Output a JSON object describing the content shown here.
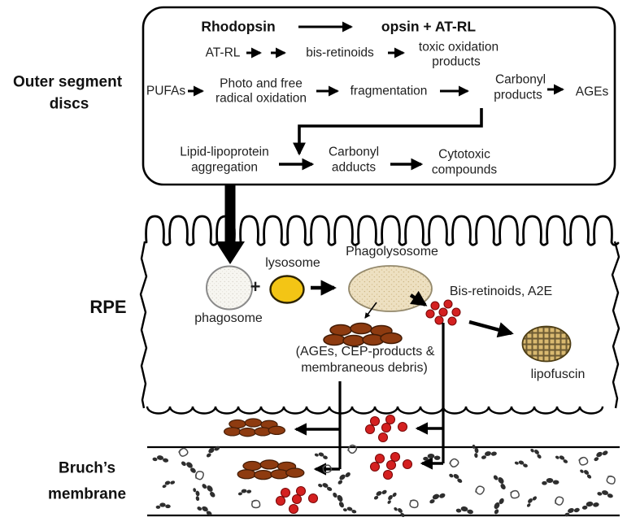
{
  "side_labels": {
    "outer_segment_line1": "Outer segment",
    "outer_segment_line2": "discs",
    "rpe": "RPE",
    "bruchs_line1": "Bruch’s",
    "bruchs_line2": "membrane"
  },
  "box_flow": {
    "row1": {
      "rhodopsin": "Rhodopsin",
      "opsin_atrl": "opsin + AT-RL"
    },
    "row2": {
      "atrl": "AT-RL",
      "bis_retinoids": "bis-retinoids",
      "toxic_line1": "toxic oxidation",
      "toxic_line2": "products"
    },
    "row3": {
      "pufas": "PUFAs",
      "photo_line1": "Photo and free",
      "photo_line2": "radical oxidation",
      "fragmentation": "fragmentation",
      "carbonyl_line1": "Carbonyl",
      "carbonyl_line2": "products",
      "ages": "AGEs"
    },
    "row4": {
      "lipid_line1": "Lipid-lipoprotein",
      "lipid_line2": "aggregation",
      "adducts_line1": "Carbonyl",
      "adducts_line2": "adducts",
      "cytotoxic_line1": "Cytotoxic",
      "cytotoxic_line2": "compounds"
    }
  },
  "rpe_labels": {
    "lysosome": "lysosome",
    "plus": "+",
    "phagosome": "phagosome",
    "phagolysosome": "Phagolysosome",
    "bis_retinoids_a2e": "Bis-retinoids, A2E",
    "ages_cep_line1": "(AGEs, CEP-products &",
    "ages_cep_line2": "membraneous debris)",
    "lipofuscin": "lipofuscin"
  },
  "colors": {
    "lysosome": "#F3C515",
    "phagosome": "#F7F6F1",
    "phagolysosome": "#EDE0C1",
    "lipofuscin": "#D9B970",
    "red_dot": "#D42020",
    "brown_granule": "#8E3B10",
    "debris": "#2e2e2e",
    "outline": "#000000"
  }
}
